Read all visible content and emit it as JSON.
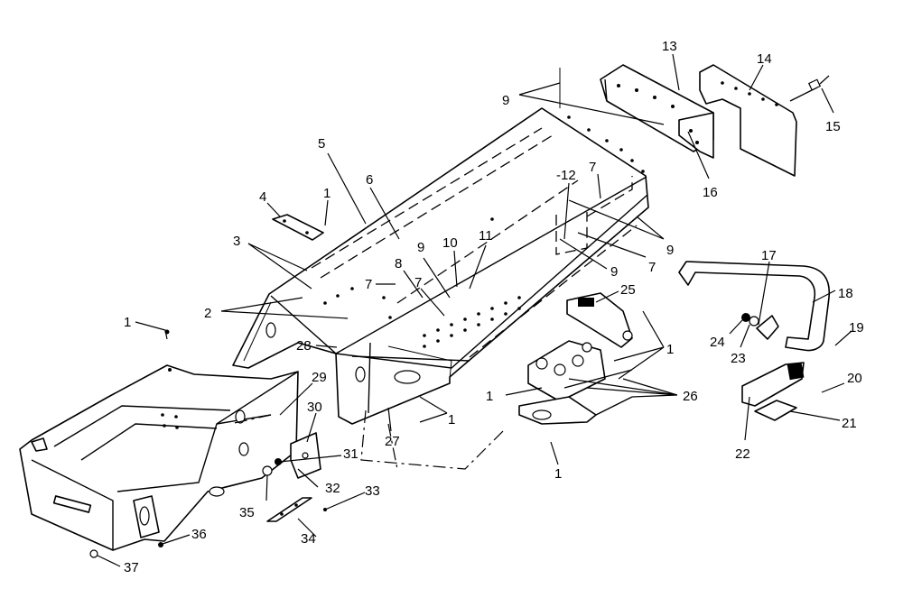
{
  "diagram": {
    "callouts": [
      {
        "id": "c1a",
        "text": "1"
      },
      {
        "id": "c1b",
        "text": "1"
      },
      {
        "id": "c1c",
        "text": "1"
      },
      {
        "id": "c1d",
        "text": "1"
      },
      {
        "id": "c1e",
        "text": "1"
      },
      {
        "id": "c1f",
        "text": "1"
      },
      {
        "id": "c2",
        "text": "2"
      },
      {
        "id": "c3",
        "text": "3"
      },
      {
        "id": "c4",
        "text": "4"
      },
      {
        "id": "c5",
        "text": "5"
      },
      {
        "id": "c6",
        "text": "6"
      },
      {
        "id": "c7a",
        "text": "7"
      },
      {
        "id": "c7b",
        "text": "7"
      },
      {
        "id": "c7c",
        "text": "7"
      },
      {
        "id": "c7d",
        "text": "7"
      },
      {
        "id": "c8",
        "text": "8"
      },
      {
        "id": "c9a",
        "text": "9"
      },
      {
        "id": "c9b",
        "text": "9"
      },
      {
        "id": "c9c",
        "text": "9"
      },
      {
        "id": "c9d",
        "text": "9"
      },
      {
        "id": "c10",
        "text": "10"
      },
      {
        "id": "c11",
        "text": "11"
      },
      {
        "id": "c12",
        "text": "-12"
      },
      {
        "id": "c13",
        "text": "13"
      },
      {
        "id": "c14",
        "text": "14"
      },
      {
        "id": "c15",
        "text": "15"
      },
      {
        "id": "c16",
        "text": "16"
      },
      {
        "id": "c17",
        "text": "17"
      },
      {
        "id": "c18",
        "text": "18"
      },
      {
        "id": "c19",
        "text": "19"
      },
      {
        "id": "c20",
        "text": "20"
      },
      {
        "id": "c21",
        "text": "21"
      },
      {
        "id": "c22",
        "text": "22"
      },
      {
        "id": "c23",
        "text": "23"
      },
      {
        "id": "c24",
        "text": "24"
      },
      {
        "id": "c25",
        "text": "25"
      },
      {
        "id": "c26",
        "text": "26"
      },
      {
        "id": "c27",
        "text": "27"
      },
      {
        "id": "c28",
        "text": "28"
      },
      {
        "id": "c29",
        "text": "29"
      },
      {
        "id": "c30",
        "text": "30"
      },
      {
        "id": "c31",
        "text": "31"
      },
      {
        "id": "c32",
        "text": "32"
      },
      {
        "id": "c33",
        "text": "33"
      },
      {
        "id": "c34",
        "text": "34"
      },
      {
        "id": "c35",
        "text": "35"
      },
      {
        "id": "c36",
        "text": "36"
      },
      {
        "id": "c37",
        "text": "37"
      }
    ]
  }
}
